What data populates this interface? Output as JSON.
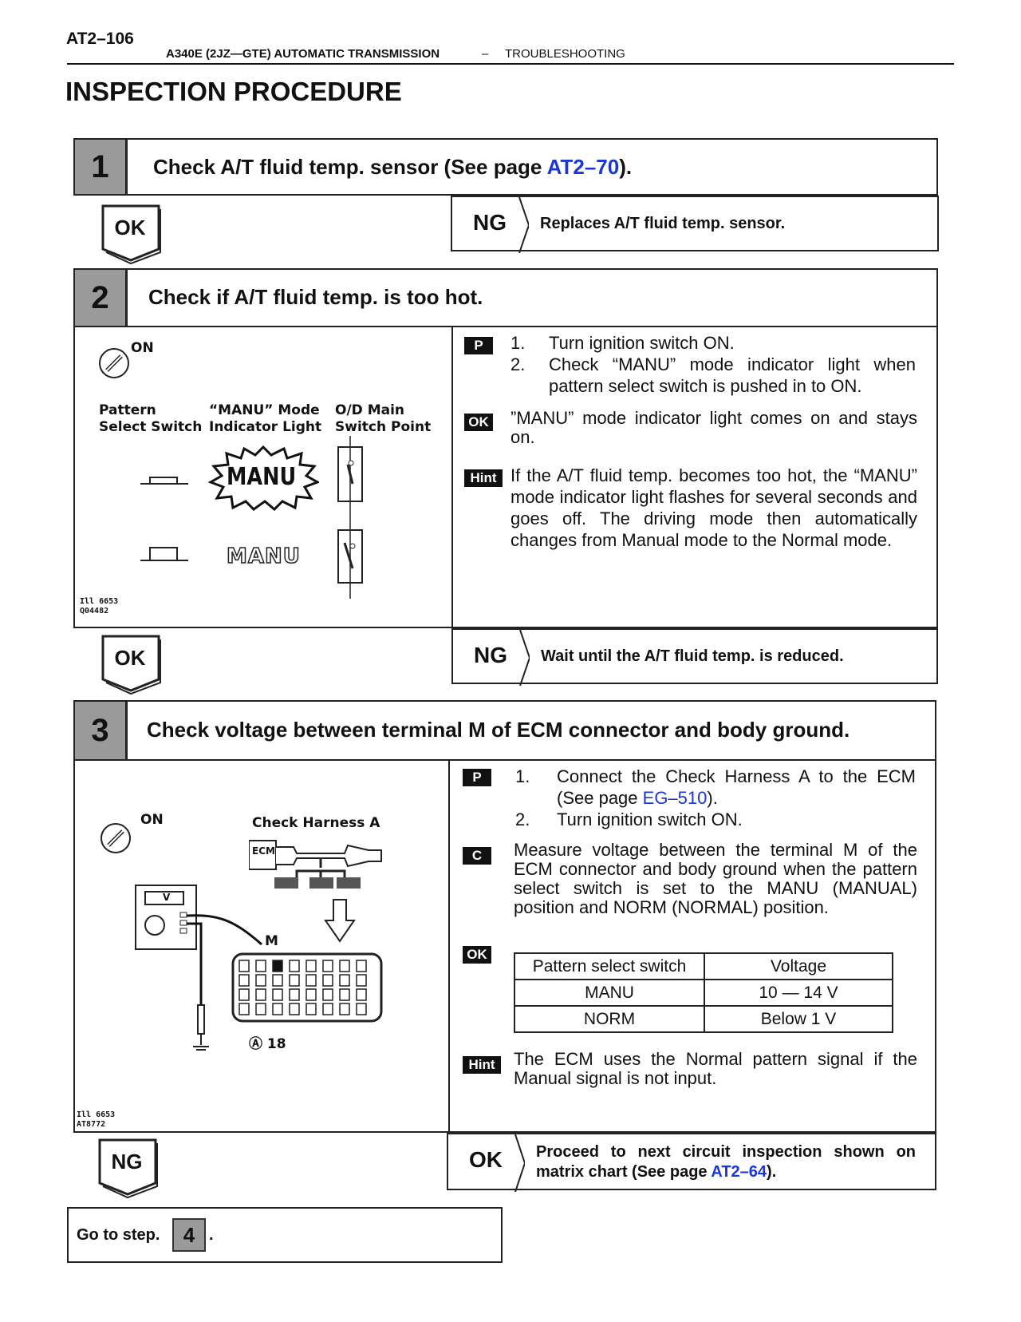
{
  "header": {
    "page_number": "AT2–106",
    "section_bold": "A340E (2JZ—GTE) AUTOMATIC TRANSMISSION",
    "separator": "–",
    "section_light": "TROUBLESHOOTING"
  },
  "page_title": "INSPECTION PROCEDURE",
  "step1": {
    "number": "1",
    "title_pre": "Check A/T fluid temp. sensor (See page ",
    "title_link": "AT2–70",
    "title_post": ").",
    "ok_label": "OK",
    "ng_label": "NG",
    "ng_text": "Replaces A/T fluid temp. sensor."
  },
  "step2": {
    "number": "2",
    "title": "Check if A/T fluid temp. is too hot.",
    "figure": {
      "on_label": "ON",
      "col1_line1": "Pattern",
      "col1_line2": "Select Switch",
      "col2_line1": "“MANU” Mode",
      "col2_line2": "Indicator Light",
      "col3_line1": "O/D Main",
      "col3_line2": "Switch Point",
      "manu_lit": "MANU",
      "manu_unlit": "MANU",
      "code1": "Ill 6653",
      "code2": "Q04482"
    },
    "p_label": "P",
    "procedure": [
      {
        "num": "1.",
        "text": "Turn ignition switch ON."
      },
      {
        "num": "2.",
        "text": "Check “MANU” mode indicator light when pattern select switch is pushed in to ON."
      }
    ],
    "ok_tag": "OK",
    "ok_text": "”MANU” mode indicator light comes on and stays on.",
    "hint_tag": "Hint",
    "hint_text": "If the A/T fluid temp. becomes too hot, the “MANU” mode indicator light flashes for several seconds and goes off. The driving mode then automatically changes from Manual mode to the Normal mode.",
    "ok_label": "OK",
    "ng_label": "NG",
    "ng_text": "Wait until the A/T fluid temp. is reduced."
  },
  "step3": {
    "number": "3",
    "title": "Check voltage between terminal M of ECM connector and body ground.",
    "figure": {
      "on_label": "ON",
      "harness_label": "Check Harness A",
      "ecm_label": "ECM",
      "meter_label": "V",
      "terminal_label": "M",
      "connector_label": "Ⓐ 18",
      "code1": "Ill 6653",
      "code2": "AT8772"
    },
    "p_label": "P",
    "procedure": [
      {
        "num": "1.",
        "text_pre": "Connect the Check Harness A to the ECM (See page ",
        "link": "EG–510",
        "text_post": ")."
      },
      {
        "num": "2.",
        "text": "Turn ignition switch ON."
      }
    ],
    "c_tag": "C",
    "c_text": "Measure voltage between the terminal M of the ECM connector and body ground when the pattern select switch is set to the MANU (MANUAL) position and NORM (NORMAL) position.",
    "ok_tag": "OK",
    "table": {
      "headers": [
        "Pattern select switch",
        "Voltage"
      ],
      "rows": [
        [
          "MANU",
          "10 — 14 V"
        ],
        [
          "NORM",
          "Below 1 V"
        ]
      ]
    },
    "hint_tag": "Hint",
    "hint_text": "The ECM uses the Normal pattern signal if the Manual signal is not input.",
    "ng_label": "NG",
    "ok_label": "OK",
    "ok_text_pre": "Proceed to next circuit inspection shown on matrix chart (See page ",
    "ok_link": "AT2–64",
    "ok_text_post": ")."
  },
  "goto": {
    "text": "Go to step.",
    "step": "4",
    "post": "."
  }
}
